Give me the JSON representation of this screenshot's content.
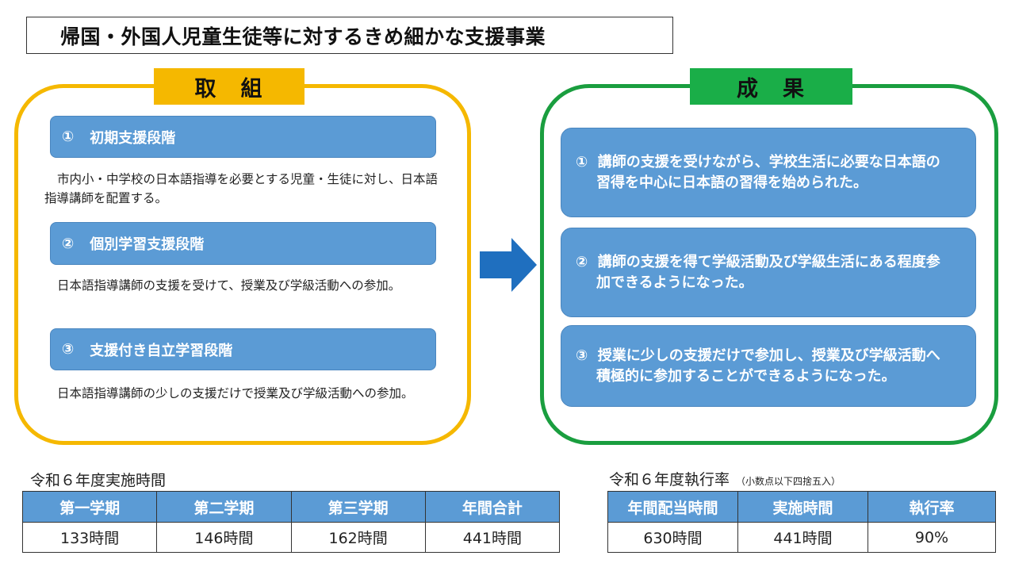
{
  "title": "帰国・外国人児童生徒等に対するきめ細かな支援事業",
  "left_panel": {
    "tag": "取　組",
    "steps": [
      {
        "num": "①",
        "label": "初期支援段階",
        "desc": "市内小・中学校の日本語指導を必要とする児童・生徒に対し、日本語指導講師を配置する。"
      },
      {
        "num": "②",
        "label": "個別学習支援段階",
        "desc": "日本語指導講師の支援を受けて、授業及び学級活動への参加。"
      },
      {
        "num": "③",
        "label": "支援付き自立学習段階",
        "desc": "日本語指導講師の少しの支援だけで授業及び学級活動への参加。"
      }
    ]
  },
  "right_panel": {
    "tag": "成　果",
    "outcomes": [
      {
        "num": "①",
        "text": "講師の支援を受けながら、学校生活に必要な日本語の習得を中心に日本語の習得を始められた。"
      },
      {
        "num": "②",
        "text": "講師の支援を得て学級活動及び学級生活にある程度参加できるようになった。"
      },
      {
        "num": "③",
        "text": "授業に少しの支援だけで参加し、授業及び学級活動へ積極的に参加することができるようになった。"
      }
    ]
  },
  "hours_table": {
    "caption": "令和６年度実施時間",
    "headers": [
      "第一学期",
      "第二学期",
      "第三学期",
      "年間合計"
    ],
    "values": [
      "133時間",
      "146時間",
      "162時間",
      "441時間"
    ]
  },
  "rate_table": {
    "caption": "令和６年度執行率",
    "note": "（小数点以下四捨五入）",
    "headers": [
      "年間配当時間",
      "実施時間",
      "執行率"
    ],
    "values": [
      "630時間",
      "441時間",
      "90%"
    ]
  },
  "colors": {
    "accent_left": "#f5b800",
    "accent_right": "#1a9e3f",
    "bar": "#5b9bd5"
  }
}
